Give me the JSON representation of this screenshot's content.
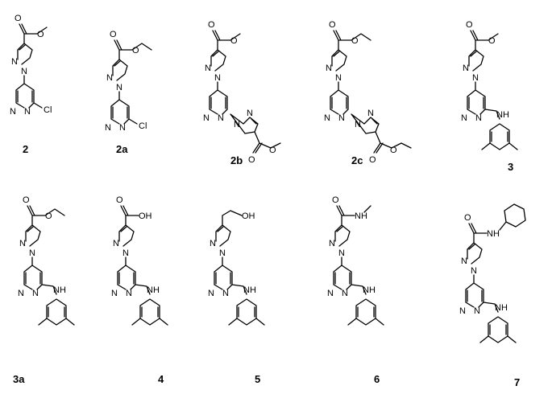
{
  "atoms": {
    "N": "N",
    "O": "O",
    "Cl": "Cl",
    "NH": "NH",
    "OH": "OH"
  },
  "compounds": [
    {
      "label": "2"
    },
    {
      "label": "2a"
    },
    {
      "label": "2b"
    },
    {
      "label": "2c"
    },
    {
      "label": "3"
    },
    {
      "label": "3a"
    },
    {
      "label": "4"
    },
    {
      "label": "5"
    },
    {
      "label": "6"
    },
    {
      "label": "7"
    }
  ]
}
